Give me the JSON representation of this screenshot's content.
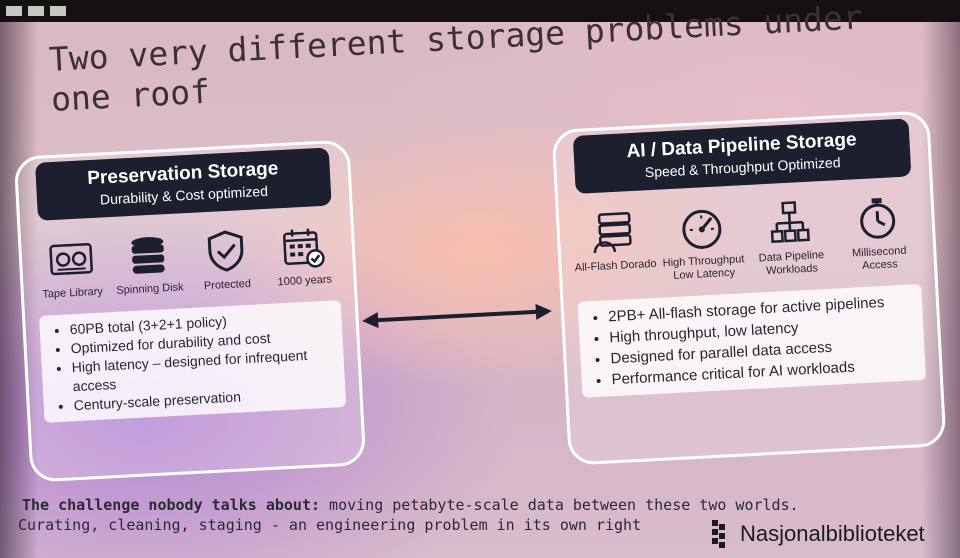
{
  "title": "Two very different storage problems under one roof",
  "left_panel": {
    "heading": "Preservation Storage",
    "subheading": "Durability & Cost optimized",
    "icons": [
      {
        "label": "Tape Library",
        "icon": "tape-library-icon"
      },
      {
        "label": "Spinning Disk",
        "icon": "database-icon"
      },
      {
        "label": "Protected",
        "icon": "shield-check-icon"
      },
      {
        "label": "1000 years",
        "icon": "calendar-check-icon"
      }
    ],
    "bullets": [
      "60PB total (3+2+1 policy)",
      "Optimized for durability and cost",
      "High latency – designed for infrequent access",
      "Century-scale preservation"
    ]
  },
  "right_panel": {
    "heading": "AI / Data Pipeline Storage",
    "subheading": "Speed & Throughput Optimized",
    "icons": [
      {
        "label": "All-Flash Dorado",
        "icon": "flash-storage-icon"
      },
      {
        "label": "High Throughput Low Latency",
        "icon": "speedometer-icon"
      },
      {
        "label": "Data Pipeline Workloads",
        "icon": "pipeline-icon"
      },
      {
        "label": "Millisecond Access",
        "icon": "stopwatch-icon"
      }
    ],
    "bullets": [
      "2PB+ All-flash storage for active pipelines",
      "High throughput, low latency",
      "Designed for parallel data access",
      "Performance critical for AI workloads"
    ]
  },
  "footer": {
    "bold": "The challenge nobody talks about:",
    "line1": " moving petabyte-scale data between these two worlds.",
    "line2": "Curating, cleaning, staging - an engineering problem in its own right"
  },
  "logo_text": "Nasjonalbiblioteket"
}
